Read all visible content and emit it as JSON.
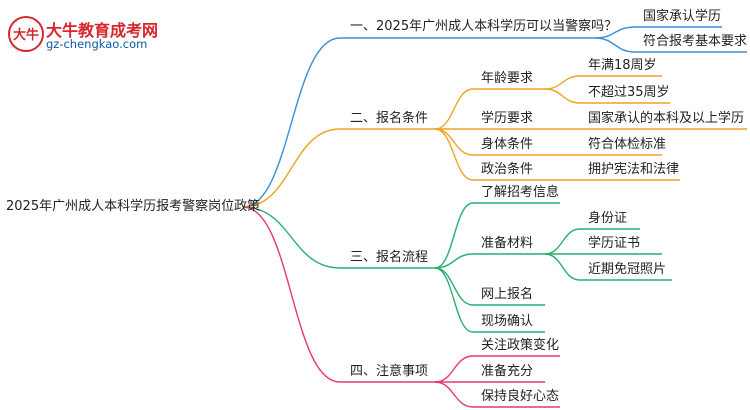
{
  "logo": {
    "title": "大牛教育成考网",
    "url": "gz-chengkao.com",
    "mark_text": "大牛"
  },
  "root": {
    "label": "2025年广州成人本科学历报考警察岗位政策"
  },
  "branches": [
    {
      "label": "一、2025年广州成人本科学历可以当警察吗？",
      "color": "#3b8fd9",
      "children": [
        {
          "label": "国家承认学历"
        },
        {
          "label": "符合报考基本要求"
        }
      ]
    },
    {
      "label": "二、报名条件",
      "color": "#f0a422",
      "children": [
        {
          "label": "年龄要求",
          "children": [
            {
              "label": "年满18周岁"
            },
            {
              "label": "不超过35周岁"
            }
          ]
        },
        {
          "label": "学历要求",
          "children": [
            {
              "label": "国家承认的本科及以上学历"
            }
          ]
        },
        {
          "label": "身体条件",
          "children": [
            {
              "label": "符合体检标准"
            }
          ]
        },
        {
          "label": "政治条件",
          "children": [
            {
              "label": "拥护宪法和法律"
            }
          ]
        }
      ]
    },
    {
      "label": "三、报名流程",
      "color": "#27b06e",
      "children": [
        {
          "label": "了解招考信息"
        },
        {
          "label": "准备材料",
          "children": [
            {
              "label": "身份证"
            },
            {
              "label": "学历证书"
            },
            {
              "label": "近期免冠照片"
            }
          ]
        },
        {
          "label": "网上报名"
        },
        {
          "label": "现场确认"
        }
      ]
    },
    {
      "label": "四、注意事项",
      "color": "#e8357a",
      "children": [
        {
          "label": "关注政策变化"
        },
        {
          "label": "准备充分"
        },
        {
          "label": "保持良好心态"
        }
      ]
    }
  ]
}
